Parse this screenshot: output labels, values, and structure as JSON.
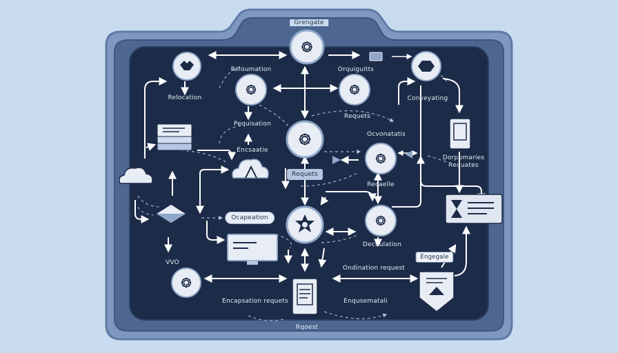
{
  "diagram": {
    "colors": {
      "background": "#c9dcef",
      "frame_outer": "#5f7aa6",
      "frame_inner": "#3e5680",
      "panel": "#1c2b47",
      "node_fill": "#e8edf5",
      "node_ring": "#8ea6c9",
      "arrow": "#ffffff",
      "dashed": "#9fb2cf"
    },
    "labels": {
      "top": "Grengate",
      "bottom": "Rqoest",
      "relocation": "Relocation",
      "reloumation": "Reloumation",
      "orquiguitts": "Orquiguitts",
      "conveyating": "Conveyating",
      "pequisation": "Pequisation",
      "requests_top": "Requets",
      "encsatie": "Encsaatie",
      "ocvonatatis": "Ocvonatatis",
      "dorpumaries": "Dorpumaries",
      "requates": "Requates",
      "requets_box": "Requets",
      "recaelle": "Recaelle",
      "ocapeation": "Ocapeation",
      "documentation": "Decuulation",
      "vvo": "VVO",
      "engegale": "Engegale",
      "ordination_request": "Ondination request",
      "encapsation_requets": "Encapsation requets",
      "enqusematali": "Enqusematali"
    },
    "icons": [
      "gear-icon",
      "star-icon",
      "cloud-icon",
      "document-icon",
      "monitor-icon",
      "hourglass-card-icon",
      "shield-icon",
      "diamond-icon",
      "stack-icon",
      "certificate-icon"
    ]
  }
}
